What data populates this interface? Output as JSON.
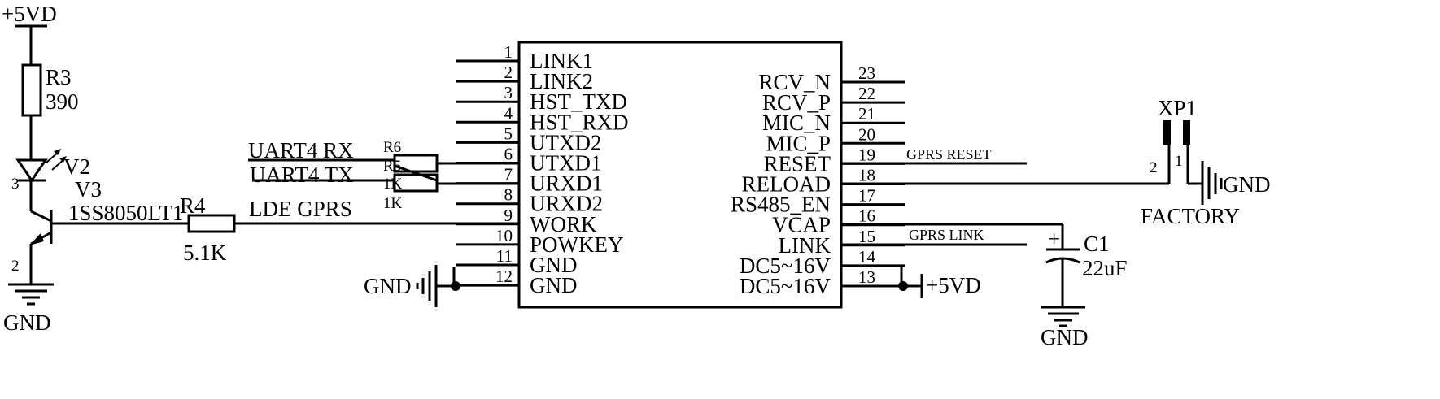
{
  "power": {
    "vdd_top": "+5VD",
    "vdd_right": "+5VD",
    "gnd_transistor": "GND",
    "gnd_module": "GND",
    "gnd_cap": "GND",
    "gnd_xp1": "GND"
  },
  "components": {
    "r3": {
      "ref": "R3",
      "value": "390"
    },
    "v2": {
      "ref": "V2"
    },
    "v3": {
      "ref": "V3",
      "part": "1SS8050LT1",
      "pin_collector": "3",
      "pin_emitter": "2"
    },
    "r4": {
      "ref": "R4",
      "value": "5.1K"
    },
    "r5": {
      "ref": "R5",
      "value": "1K"
    },
    "r6": {
      "ref": "R6",
      "value": "1K"
    },
    "c1": {
      "ref": "C1",
      "value": "22uF",
      "polarity": "+"
    },
    "xp1": {
      "ref": "XP1",
      "pin1": "1",
      "pin2": "2",
      "name": "FACTORY"
    }
  },
  "nets": {
    "uart4_rx": "UART4 RX",
    "uart4_tx": "UART4 TX",
    "lde_gprs": "LDE GPRS",
    "gprs_reset": "GPRS RESET",
    "gprs_link": "GPRS LINK"
  },
  "module": {
    "left_pins": [
      {
        "num": "1",
        "name": "LINK1"
      },
      {
        "num": "2",
        "name": "LINK2"
      },
      {
        "num": "3",
        "name": "HST_TXD"
      },
      {
        "num": "4",
        "name": "HST_RXD"
      },
      {
        "num": "5",
        "name": "UTXD2"
      },
      {
        "num": "6",
        "name": "UTXD1"
      },
      {
        "num": "7",
        "name": "URXD1"
      },
      {
        "num": "8",
        "name": "URXD2"
      },
      {
        "num": "9",
        "name": "WORK"
      },
      {
        "num": "10",
        "name": "POWKEY"
      },
      {
        "num": "11",
        "name": "GND"
      },
      {
        "num": "12",
        "name": "GND"
      }
    ],
    "right_pins": [
      {
        "num": "23",
        "name": "RCV_N"
      },
      {
        "num": "22",
        "name": "RCV_P"
      },
      {
        "num": "21",
        "name": "MIC_N"
      },
      {
        "num": "20",
        "name": "MIC_P"
      },
      {
        "num": "19",
        "name": "RESET"
      },
      {
        "num": "18",
        "name": "RELOAD"
      },
      {
        "num": "17",
        "name": "RS485_EN"
      },
      {
        "num": "16",
        "name": "VCAP"
      },
      {
        "num": "15",
        "name": "LINK"
      },
      {
        "num": "14",
        "name": "DC5~16V"
      },
      {
        "num": "13",
        "name": "DC5~16V"
      }
    ]
  }
}
